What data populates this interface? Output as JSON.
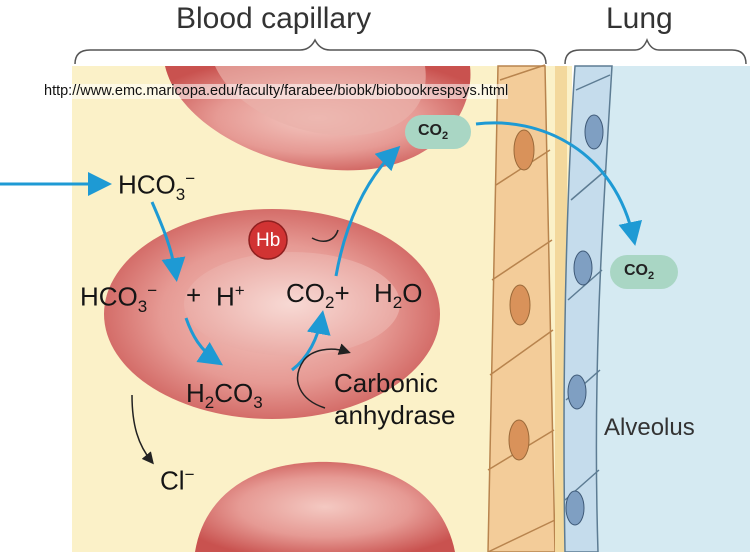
{
  "titles": {
    "blood_capillary": "Blood capillary",
    "lung": "Lung"
  },
  "source_url": "http://www.emc.maricopa.edu/faculty/farabee/biobk/biobookrespsys.html",
  "molecules": {
    "co2_capillary": {
      "base": "CO",
      "sub": "2"
    },
    "co2_alveolus": {
      "base": "CO",
      "sub": "2"
    },
    "bicarbonate_in": {
      "base": "HCO",
      "sub": "3",
      "sup": "−"
    },
    "bicarbonate_rbc": {
      "base": "HCO",
      "sub": "3",
      "sup": "−"
    },
    "plus": "+",
    "proton": {
      "base": "H",
      "sup": "+"
    },
    "co2_rbc": {
      "base": "CO",
      "sub": "2",
      "tail": "+"
    },
    "water": {
      "base": "H",
      "sub": "2",
      "tail": "O"
    },
    "carbonic_acid": {
      "base": "H",
      "sub": "2",
      "tail": "CO",
      "sub2": "3"
    },
    "chloride": {
      "base": "Cl",
      "sup": "−"
    }
  },
  "labels": {
    "hemoglobin": "Hb",
    "enzyme_line1": "Carbonic",
    "enzyme_line2": "anhydrase",
    "alveolus": "Alveolus"
  },
  "colors": {
    "plasma": "#fbf1c8",
    "alveolus": "#d5eaf2",
    "rbc": "#e9a7a1",
    "rbc_dark": "#c9524f",
    "arrow": "#1e9ad4",
    "endothelium": "#f3cc99",
    "epithelium": "#c5dcec",
    "co2_pill": "#a9d6c4",
    "hb": "#d13333"
  }
}
